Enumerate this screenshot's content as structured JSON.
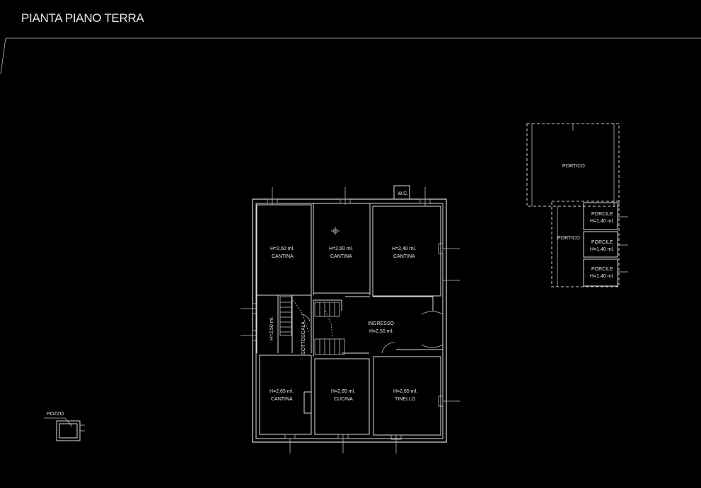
{
  "title": "PIANTA PIANO TERRA",
  "rooms": {
    "cantina_1": {
      "height": "H=2,60 ml.",
      "name": "CANTINA"
    },
    "cantina_2": {
      "height": "H=2,60 ml.",
      "name": "CANTINA"
    },
    "cantina_3": {
      "height": "H=2,40 ml.",
      "name": "CANTINA"
    },
    "corridor": {
      "height": "H=2,50 ml."
    },
    "sottoscala": {
      "name": "SOTTOSCALA"
    },
    "ingresso": {
      "name": "INGRESSO",
      "height": "H=2,50 ml."
    },
    "cantina_4": {
      "height": "H=2,65 ml.",
      "name": "CANTINA"
    },
    "cucina": {
      "height": "H=2,65 ml.",
      "name": "CUCINA"
    },
    "tinello": {
      "height": "H=2,65 ml.",
      "name": "TINELLO"
    },
    "wc": {
      "name": "W.C."
    }
  },
  "annex": {
    "portico_top": "PORTICO",
    "portico_side": "PORTICO",
    "porcile_1": {
      "name": "PORCILE",
      "height": "H=1,40 ml."
    },
    "porcile_2": {
      "name": "PORCILE",
      "height": "H=1,40 ml."
    },
    "porcile_3": {
      "name": "PORCILE",
      "height": "H=1,40 ml."
    }
  },
  "pozzo": "POZZO"
}
